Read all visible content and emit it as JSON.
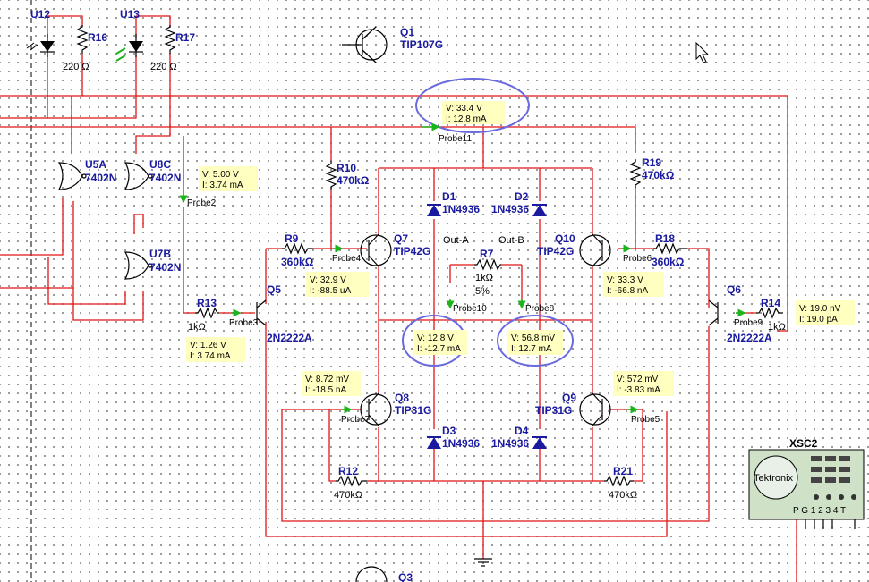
{
  "colors": {
    "wire": "#e01414",
    "component": "#1a1aa0",
    "probe_box": "#ffffc0",
    "highlight": "#6a6ae0",
    "probe_arrow": "#1db31d"
  },
  "components": {
    "U12": "U12",
    "U13": "U13",
    "U5A": "U5A",
    "U5A_part": "7402N",
    "U8C": "U8C",
    "U8C_part": "7402N",
    "U7B": "U7B",
    "U7B_part": "7402N",
    "R16": "R16",
    "R16_val": "220 Ω",
    "R17": "R17",
    "R17_val": "220 Ω",
    "Q1": "Q1",
    "Q1_part": "TIP107G",
    "R10": "R10",
    "R10_val": "470kΩ",
    "R19": "R19",
    "R19_val": "470kΩ",
    "R9": "R9",
    "R9_val": "360kΩ",
    "R18": "R18",
    "R18_val": "360kΩ",
    "Q7": "Q7",
    "Q7_part": "TIP42G",
    "Q10": "Q10",
    "Q10_part": "TIP42G",
    "D1": "D1",
    "D1_part": "1N4936",
    "D2": "D2",
    "D2_part": "1N4936",
    "D3": "D3",
    "D3_part": "1N4936",
    "D4": "D4",
    "D4_part": "1N4936",
    "R7": "R7",
    "R7_val": "1kΩ",
    "R7_tol": "5%",
    "OutA": "Out-A",
    "OutB": "Out-B",
    "R13": "R13",
    "R13_val": "1kΩ",
    "Q5": "Q5",
    "Q5_part": "2N2222A",
    "Q6": "Q6",
    "Q6_part": "2N2222A",
    "R14": "R14",
    "R14_val": "1kΩ",
    "Q8": "Q8",
    "Q8_part": "TIP31G",
    "Q9": "Q9",
    "Q9_part": "TIP31G",
    "R12": "R12",
    "R12_val": "470kΩ",
    "R21": "R21",
    "R21_val": "470kΩ",
    "XSC2": "XSC2",
    "Q3": "Q3"
  },
  "scope": {
    "brand": "Tektronix",
    "channels": "P G 1 2 3 4 T"
  },
  "probes": [
    {
      "name": "Probe11",
      "v": "V: 33.4 V",
      "i": "I: 12.8 mA"
    },
    {
      "name": "Probe2",
      "v": "V: 5.00 V",
      "i": "I: 3.74 mA"
    },
    {
      "name": "Probe4",
      "v": "V: 32.9 V",
      "i": "I: -88.5 uA"
    },
    {
      "name": "Probe6",
      "v": "V: 33.3 V",
      "i": "I: -66.8 nA"
    },
    {
      "name": "Probe3",
      "v": "V: 1.26 V",
      "i": "I: 3.74 mA"
    },
    {
      "name": "Probe10",
      "v": "V: 12.8 V",
      "i": "I: -12.7 mA"
    },
    {
      "name": "Probe8",
      "v": "V: 56.8 mV",
      "i": "I: 12.7 mA"
    },
    {
      "name": "Probe7",
      "v": "V: 8.72 mV",
      "i": "I: -18.5 nA"
    },
    {
      "name": "Probe5",
      "v": "V: 572 mV",
      "i": "I: -3.83 mA"
    },
    {
      "name": "Probe9",
      "v": "V: 19.0 nV",
      "i": "I: 19.0 pA"
    }
  ]
}
